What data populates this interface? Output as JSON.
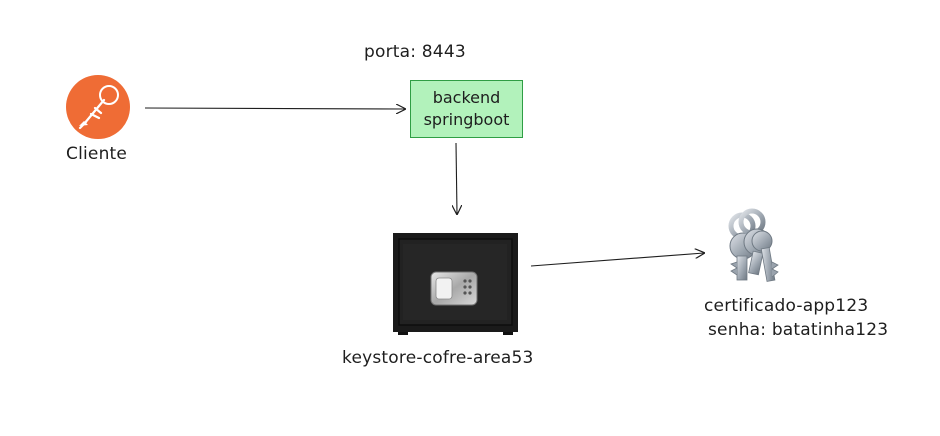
{
  "diagram": {
    "port_label": "porta: 8443",
    "backend": {
      "line1": "backend",
      "line2": "springboot",
      "fill": "#b2f2bb",
      "stroke": "#2f9e44"
    },
    "client": {
      "label": "Cliente",
      "icon": "postman-astronaut-icon",
      "color": "#ef6c35"
    },
    "vault": {
      "label": "keystore-cofre-area53",
      "icon": "safe-icon"
    },
    "certificate": {
      "label": "certificado-app123",
      "password": "senha: batatinha123",
      "icon": "keys-icon"
    }
  }
}
